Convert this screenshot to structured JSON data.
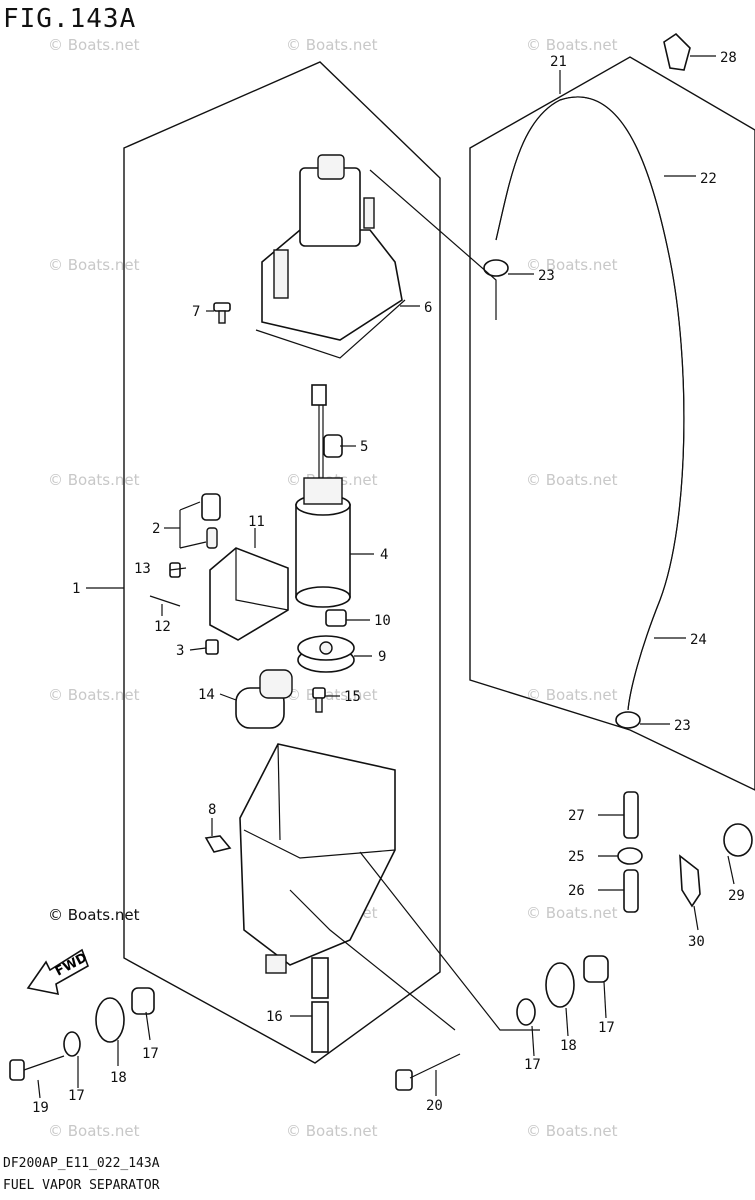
{
  "figure_title": "FIG.143A",
  "diagram_code": "DF200AP_E11_022_143A",
  "diagram_name": "FUEL VAPOR SEPARATOR",
  "brand_mark": "© Boats.net",
  "watermark_text": "© Boats.net",
  "fwd_label": "FWD",
  "callouts": [
    "1",
    "2",
    "3",
    "4",
    "5",
    "6",
    "7",
    "8",
    "9",
    "10",
    "11",
    "12",
    "13",
    "14",
    "15",
    "16",
    "17",
    "18",
    "19",
    "20",
    "21",
    "22",
    "23",
    "24",
    "25",
    "26",
    "27",
    "28",
    "29",
    "30"
  ],
  "colors": {
    "ink": "#111111",
    "watermark": "#c8c8c8"
  }
}
